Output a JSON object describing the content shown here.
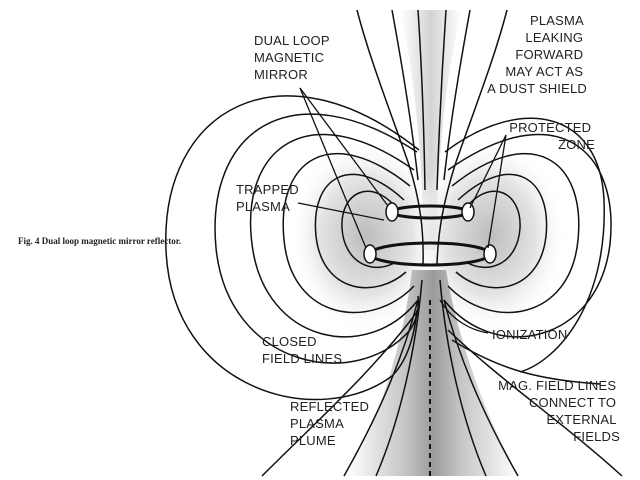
{
  "caption": "Fig. 4 Dual loop magnetic mirror reflector.",
  "labels": {
    "dual_loop": [
      "DUAL LOOP",
      "MAGNETIC",
      "MIRROR"
    ],
    "plasma_leaking": [
      "PLASMA",
      "LEAKING",
      "FORWARD",
      "MAY ACT AS",
      "A DUST SHIELD"
    ],
    "protected_zone": [
      "PROTECTED",
      "ZONE"
    ],
    "trapped_plasma": [
      "TRAPPED",
      "PLASMA"
    ],
    "ionization": "IONIZATION",
    "closed_field_lines": [
      "CLOSED",
      "FIELD LINES"
    ],
    "mag_field_lines": [
      "MAG. FIELD LINES",
      "CONNECT TO",
      "EXTERNAL",
      "FIELDS"
    ],
    "reflected_plume": [
      "REFLECTED",
      "PLASMA",
      "PLUME"
    ]
  }
}
